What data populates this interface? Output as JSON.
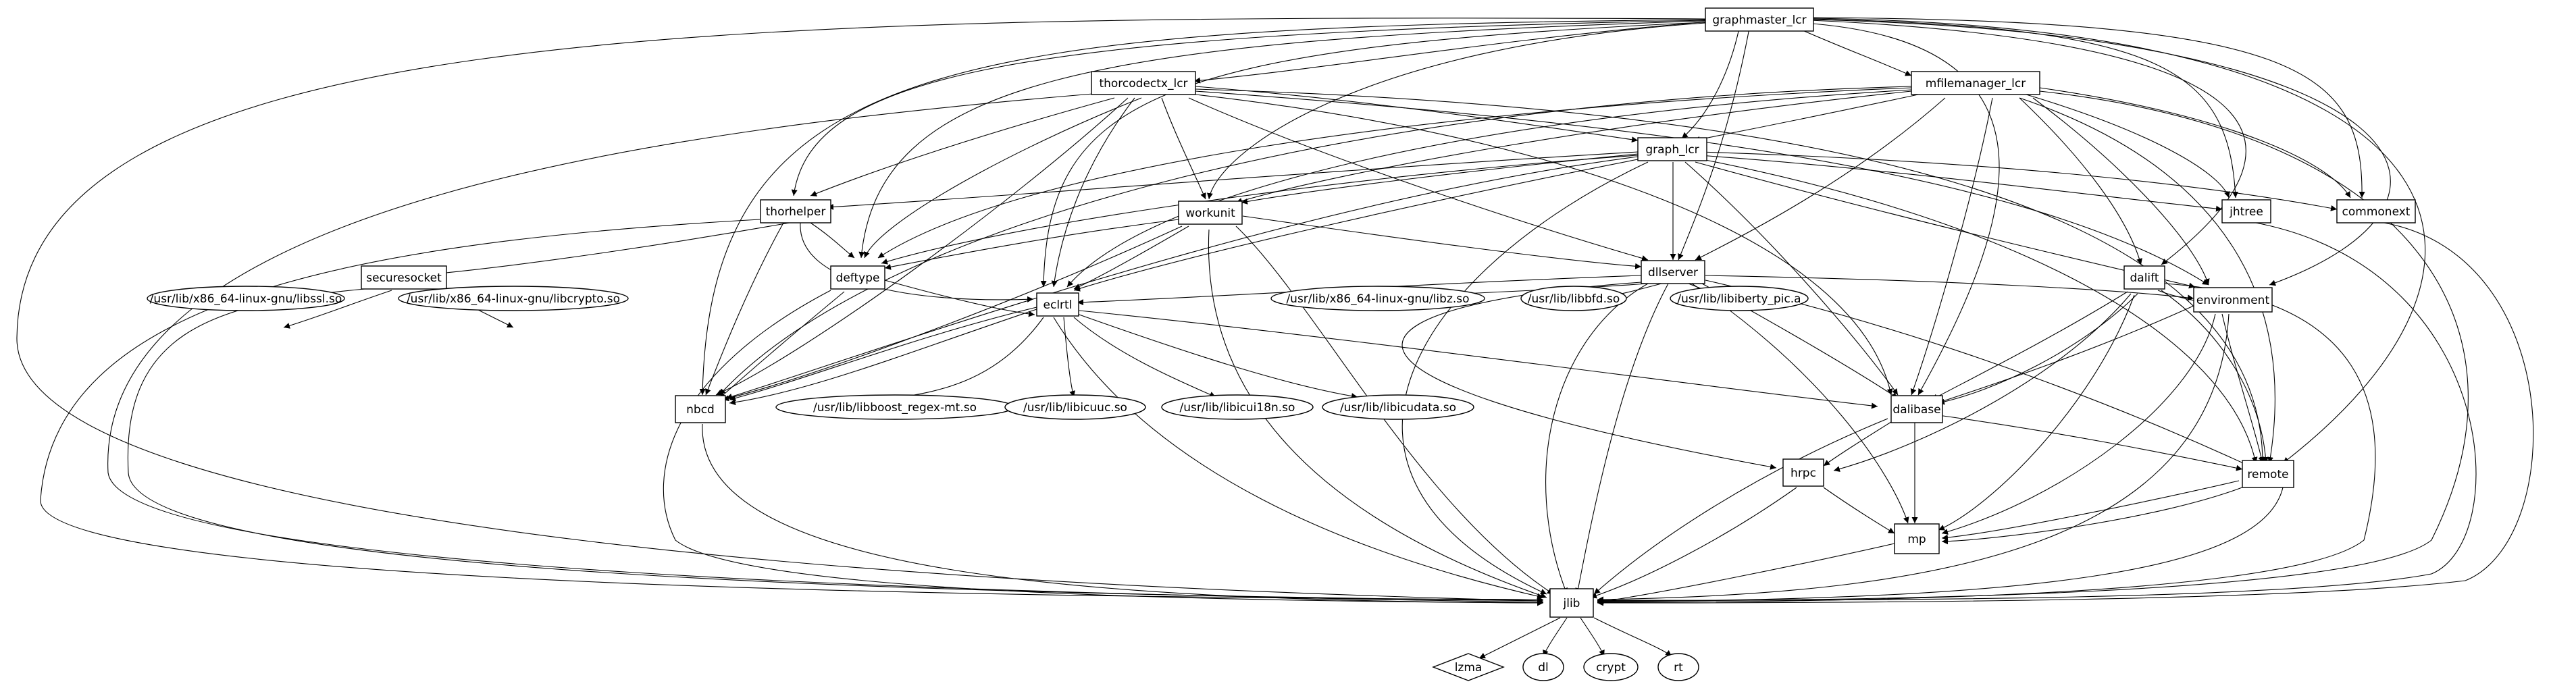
{
  "nodes": {
    "graphmaster_lcr": "graphmaster_lcr",
    "thorcodectx_lcr": "thorcodectx_lcr",
    "mfilemanager_lcr": "mfilemanager_lcr",
    "graph_lcr": "graph_lcr",
    "thorhelper": "thorhelper",
    "workunit": "workunit",
    "jhtree": "jhtree",
    "commonext": "commonext",
    "securesocket": "securesocket",
    "deftype": "deftype",
    "dllserver": "dllserver",
    "dalift": "dalift",
    "libssl": "/usr/lib/x86_64-linux-gnu/libssl.so",
    "libcrypto": "/usr/lib/x86_64-linux-gnu/libcrypto.so",
    "eclrtl": "eclrtl",
    "libz": "/usr/lib/x86_64-linux-gnu/libz.so",
    "libbfd": "/usr/lib/libbfd.so",
    "libiberty": "/usr/lib/libiberty_pic.a",
    "environment": "environment",
    "nbcd": "nbcd",
    "libboost": "/usr/lib/libboost_regex-mt.so",
    "libicuuc": "/usr/lib/libicuuc.so",
    "libicui18n": "/usr/lib/libicui18n.so",
    "libicudata": "/usr/lib/libicudata.so",
    "dalibase": "dalibase",
    "hrpc": "hrpc",
    "remote": "remote",
    "mp": "mp",
    "jlib": "jlib",
    "lzma": "lzma",
    "dl": "dl",
    "crypt": "crypt",
    "rt": "rt"
  }
}
